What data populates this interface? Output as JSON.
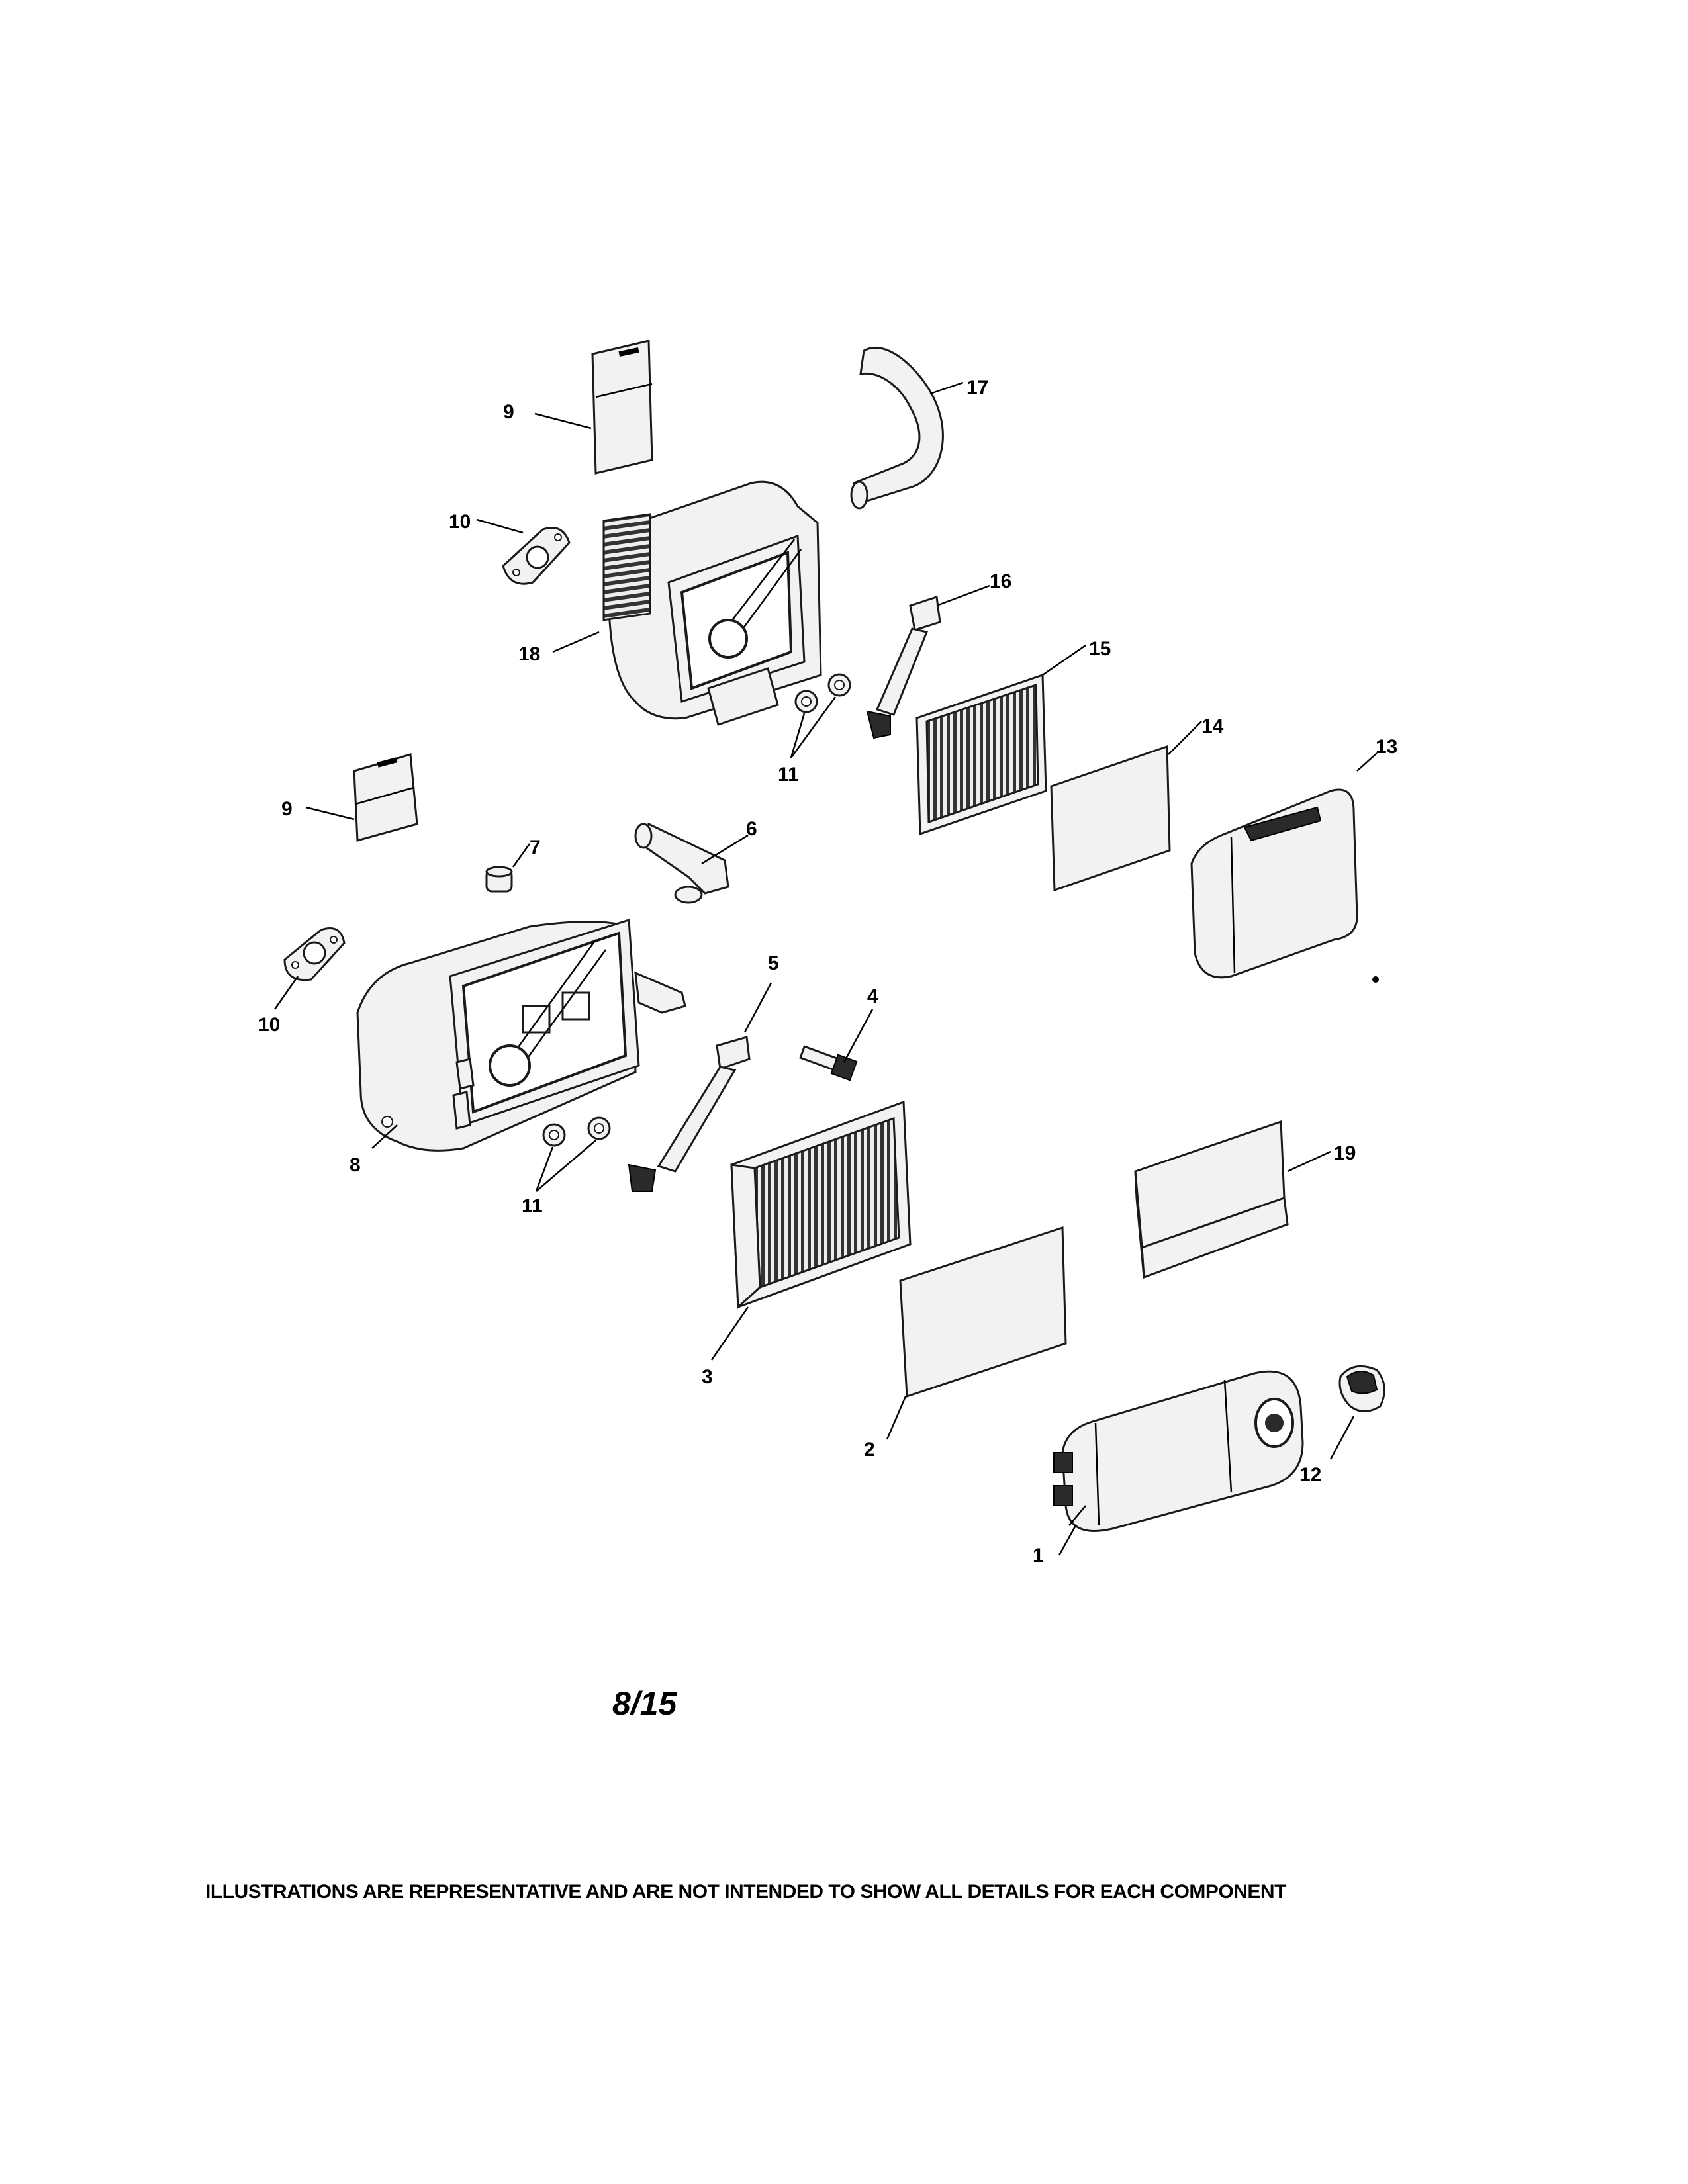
{
  "diagram": {
    "callouts": {
      "c1": "1",
      "c2": "2",
      "c3": "3",
      "c4": "4",
      "c5": "5",
      "c6": "6",
      "c7": "7",
      "c8": "8",
      "c9a": "9",
      "c9b": "9",
      "c10a": "10",
      "c10b": "10",
      "c11a": "11",
      "c11b": "11",
      "c12": "12",
      "c13": "13",
      "c14": "14",
      "c15": "15",
      "c16": "16",
      "c17": "17",
      "c18": "18",
      "c19": "19"
    }
  },
  "page_number": "8/15",
  "disclaimer": "ILLUSTRATIONS ARE REPRESENTATIVE AND ARE NOT INTENDED TO SHOW ALL DETAILS FOR EACH COMPONENT"
}
